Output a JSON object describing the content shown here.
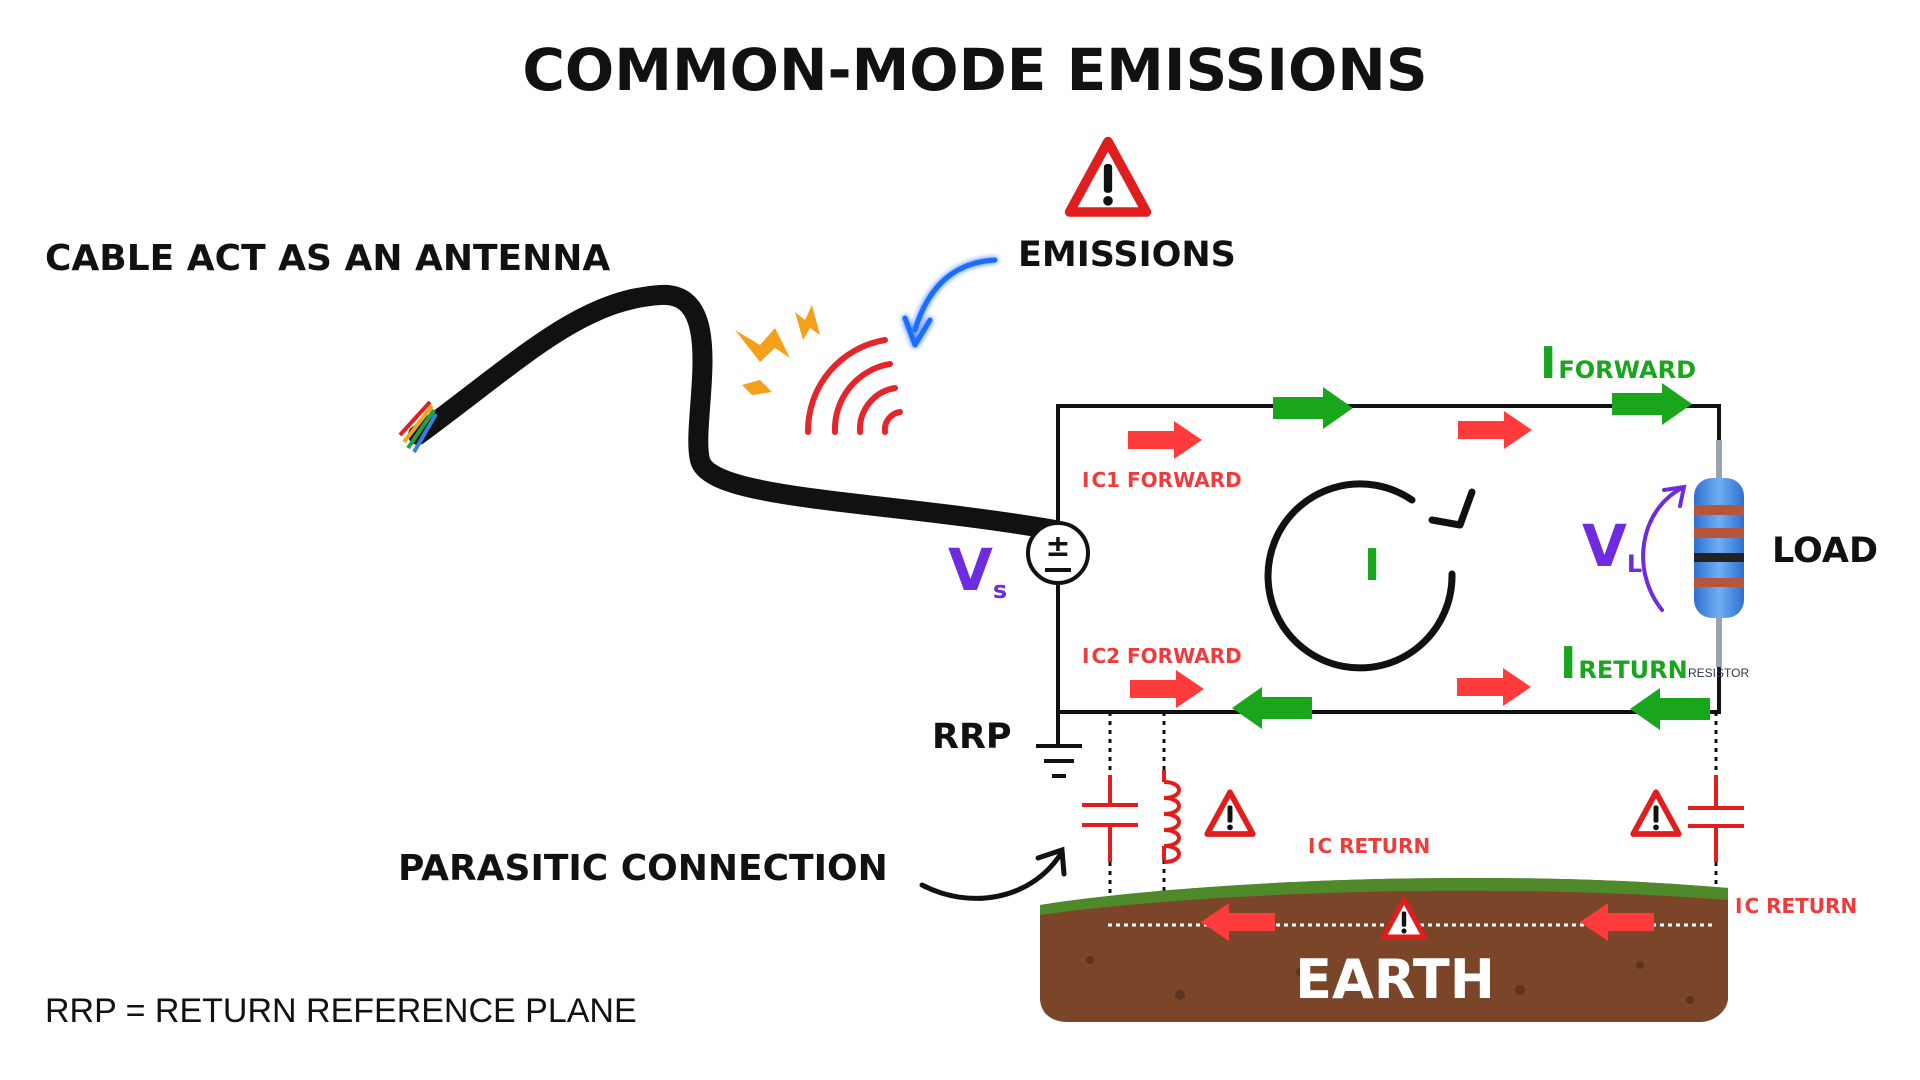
{
  "title": "COMMON-MODE EMISSIONS",
  "labels": {
    "cable_antenna": "CABLE ACT AS AN ANTENNA",
    "emissions": "EMISSIONS",
    "parasitic": "PARASITIC CONNECTION",
    "rrp_legend": "RRP = RETURN REFERENCE PLANE",
    "rrp": "RRP",
    "load": "LOAD",
    "earth": "EARTH",
    "resistor_caption": "RESISTOR"
  },
  "symbols": {
    "vs_main": "V",
    "vs_sub": "s",
    "vl_main": "V",
    "vl_sub": "L",
    "source_glyph": "±",
    "loop_current": "I"
  },
  "currents": {
    "i_forward": {
      "main": "I",
      "sub": "FORWARD"
    },
    "i_return": {
      "main": "I",
      "sub": "RETURN"
    },
    "ic1_forward": {
      "main": "I",
      "sub": "C1 FORWARD"
    },
    "ic2_forward": {
      "main": "I",
      "sub": "C2 FORWARD"
    },
    "ic_return_mid": {
      "main": "I",
      "sub": "C RETURN"
    },
    "ic_return_right": {
      "main": "I",
      "sub": "C RETURN"
    }
  },
  "colors": {
    "red_arrow": "#ff3b3b",
    "green_arrow": "#19a51c",
    "purple": "#6f2be0",
    "earth_soil": "#7a4528",
    "grass": "#4f8a2a",
    "warning_red": "#e01e1e",
    "emission_red": "#e5252b",
    "spark_orange": "#f5a01a",
    "glow_blue": "#1a6cff"
  },
  "icons": [
    "warning-icon",
    "ground-icon",
    "capacitor-icon",
    "inductor-icon",
    "resistor-icon",
    "voltage-source-icon",
    "circular-arrow-icon",
    "curved-arrow-icon",
    "emission-waves-icon",
    "spark-icon"
  ]
}
